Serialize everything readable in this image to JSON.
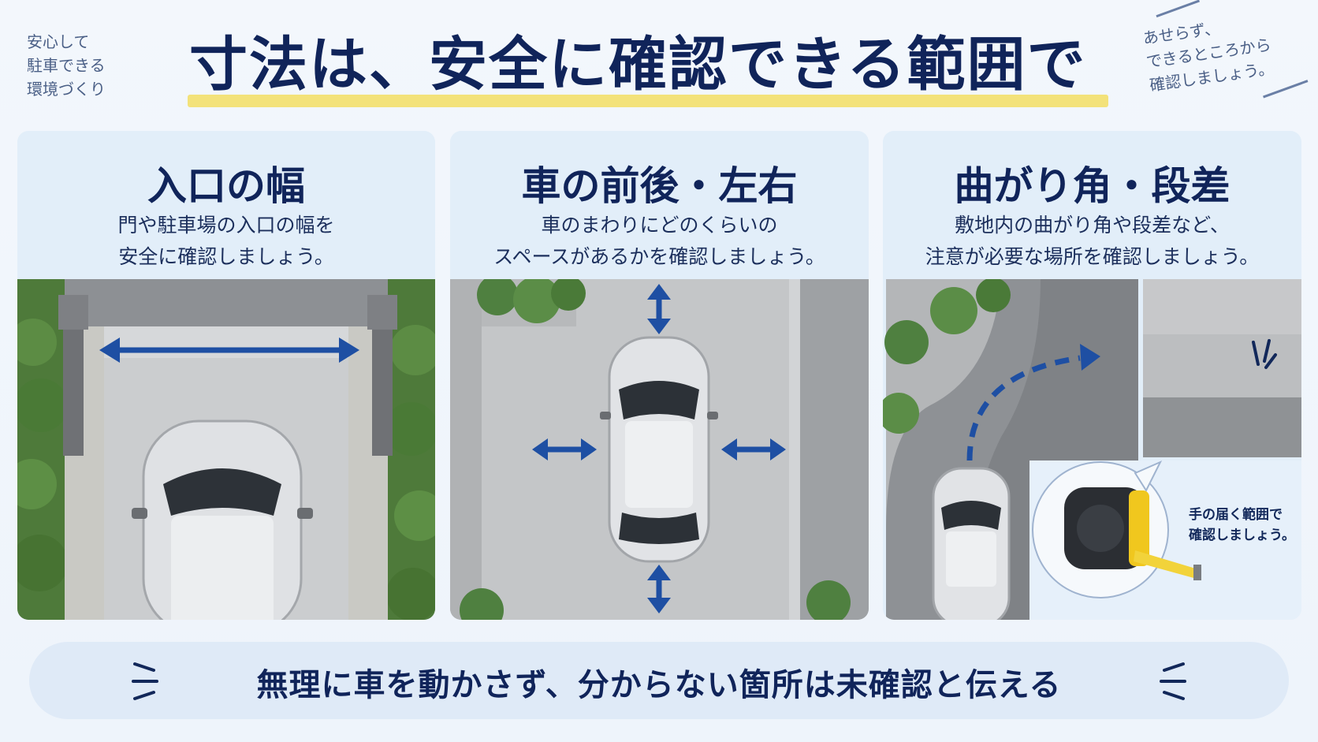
{
  "corner_left": {
    "lines": [
      "安心して",
      "駐車できる",
      "環境づくり"
    ]
  },
  "corner_right": {
    "lines": [
      "あせらず、",
      "できるところから",
      "確認しましょう。"
    ]
  },
  "title": "寸法は、安全に確認できる範囲で",
  "panels": [
    {
      "title": "入口の幅",
      "desc": [
        "門や駐車場の入口の幅を",
        "安全に確認しましょう。"
      ]
    },
    {
      "title": "車の前後・左右",
      "desc": [
        "車のまわりにどのくらいの",
        "スペースがあるかを確認しましょう。"
      ]
    },
    {
      "title": "曲がり角・段差",
      "desc": [
        "敷地内の曲がり角や段差など、",
        "注意が必要な場所を確認しましょう。"
      ],
      "callout": [
        "手の届く範囲で",
        "確認しましょう。"
      ]
    }
  ],
  "banner": "無理に車を動かさず、分からない箇所は未確認と伝える",
  "colors": {
    "navy": "#10245a",
    "arrow_blue": "#1e4fa3",
    "highlight_yellow": "#f3e27a",
    "panel_bg": "#e2eef9"
  },
  "icons": [
    "double-arrow-icon",
    "curved-dashed-arrow-icon",
    "tape-measure-icon",
    "spark-icon",
    "car-icon"
  ]
}
